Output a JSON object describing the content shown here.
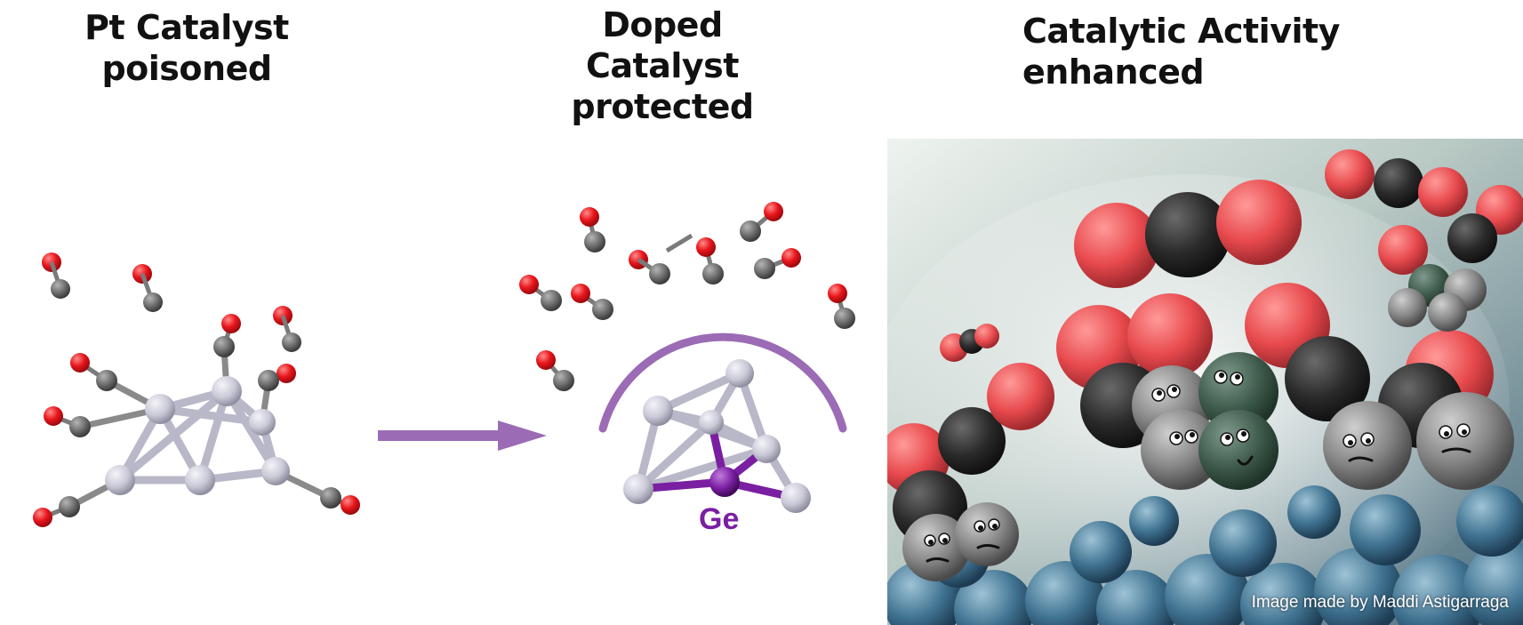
{
  "titles": {
    "pt": {
      "line1": "Pt Catalyst",
      "line2": "poisoned"
    },
    "doped": {
      "line1": "Doped Catalyst",
      "line2": "protected"
    },
    "activity": {
      "line1": "Catalytic Activity",
      "line2": "enhanced"
    }
  },
  "labels": {
    "dopant": "Ge"
  },
  "credit": "Image made by Maddi Astigarraga",
  "colors": {
    "arrow": "#9b6bb5",
    "shield": "#9b6bb5",
    "dopant": "#7a1fa2",
    "platinum": "#c9c8d6",
    "oxygen": "#e8151b",
    "carbon": "#6b6b6b"
  },
  "icons": {
    "arrow": "right-arrow-icon"
  }
}
